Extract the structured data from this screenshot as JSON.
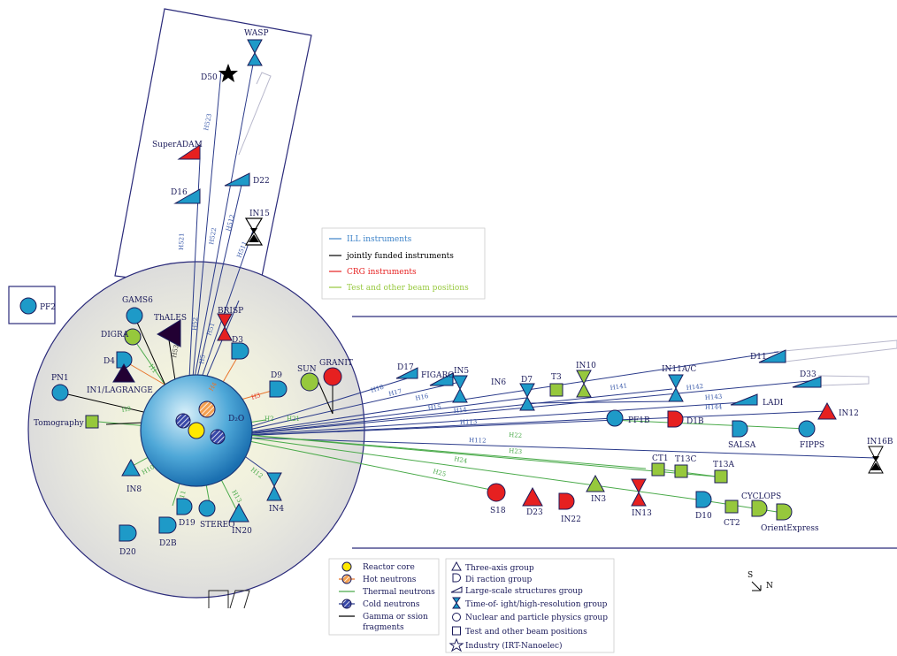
{
  "guide_hall_legend": {
    "ill": "ILL instruments",
    "joint": "jointly funded instruments",
    "crg": "CRG instruments",
    "test": "Test and other beam positions",
    "colors": {
      "ill": "#3c82c8",
      "joint": "#000000",
      "crg": "#e62020",
      "test": "#96c83c"
    }
  },
  "source_legend": {
    "core": "Reactor core",
    "hot": "Hot neutrons",
    "thermal": "Thermal neutrons",
    "cold": "Cold neutrons",
    "gamma_1": "Gamma or    ssion",
    "gamma_2": "fragments"
  },
  "group_legend": {
    "three_axis": "Three-axis group",
    "diffraction": "Di raction group",
    "large_scale": "Large-scale structures group",
    "tof": "Time-of-  ight/high-resolution group",
    "nuclear": "Nuclear and particle physics group",
    "test": "Test and other beam positions",
    "industry": "Industry (IRT-Nanoelec)"
  },
  "compass": {
    "s": "S",
    "n": "N"
  },
  "reactor": {
    "d2o": "D₂O"
  },
  "instruments": {
    "pf2": "PF2",
    "wasp": "WASP",
    "d50": "D50",
    "superadam": "SuperADAM",
    "d16": "D16",
    "d22": "D22",
    "in15": "IN15",
    "gams6": "GAMS6",
    "thales": "ThALES",
    "brisp": "BRISP",
    "digrav": "DIGRA",
    "d4": "D4",
    "d3": "D3",
    "in1": "IN1/LAGRANGE",
    "pn1": "PN1",
    "d9": "D9",
    "sun": "SUN",
    "granit": "GRANIT",
    "tomography": "Tomography",
    "in8": "IN8",
    "d19": "D19",
    "stereo": "STEREO",
    "in20": "IN20",
    "in4": "IN4",
    "d20": "D20",
    "d2b": "D2B",
    "d17": "D17",
    "figaro": "FIGARO",
    "in5": "IN5",
    "in6": "IN6",
    "d7": "D7",
    "t3": "T3",
    "in10": "IN10",
    "in11": "IN11A/C",
    "d11": "D11",
    "d33": "D33",
    "ladi": "LADI",
    "in12": "IN12",
    "pf1b": "PF1B",
    "d1b": "D1B",
    "salsa": "SALSA",
    "fipps": "FIPPS",
    "in16b": "IN16B",
    "ct1": "CT1",
    "t13c": "T13C",
    "t13a": "T13A",
    "s18": "S18",
    "d23": "D23",
    "in22": "IN22",
    "in3": "IN3",
    "in13": "IN13",
    "d10": "D10",
    "ct2": "CT2",
    "cyclops": "CYCLOPS",
    "orient": "OrientExpress"
  },
  "beam_labels": {
    "h523": "H523",
    "h521": "H521",
    "h522": "H522",
    "h512": "H512",
    "h511": "H511",
    "h52": "H52",
    "h53": "H53",
    "h51": "H51",
    "h5": "H5",
    "h4": "H4",
    "h3": "H3",
    "h2": "H2",
    "h1": "H1",
    "h9": "H9",
    "h11": "H11",
    "h10": "H10",
    "h13": "H13",
    "h12": "H12",
    "h8": "H8",
    "h7": "H7",
    "h6": "H6",
    "h18": "H18",
    "h17": "H17",
    "h16": "H16",
    "h15": "H15",
    "h14": "H14",
    "h141": "H141",
    "h142": "H142",
    "h143": "H143",
    "h144": "H144",
    "h113": "H113",
    "h112": "H112",
    "h22": "H22",
    "h23": "H23",
    "h24": "H24",
    "h25": "H25",
    "h21": "H21"
  }
}
